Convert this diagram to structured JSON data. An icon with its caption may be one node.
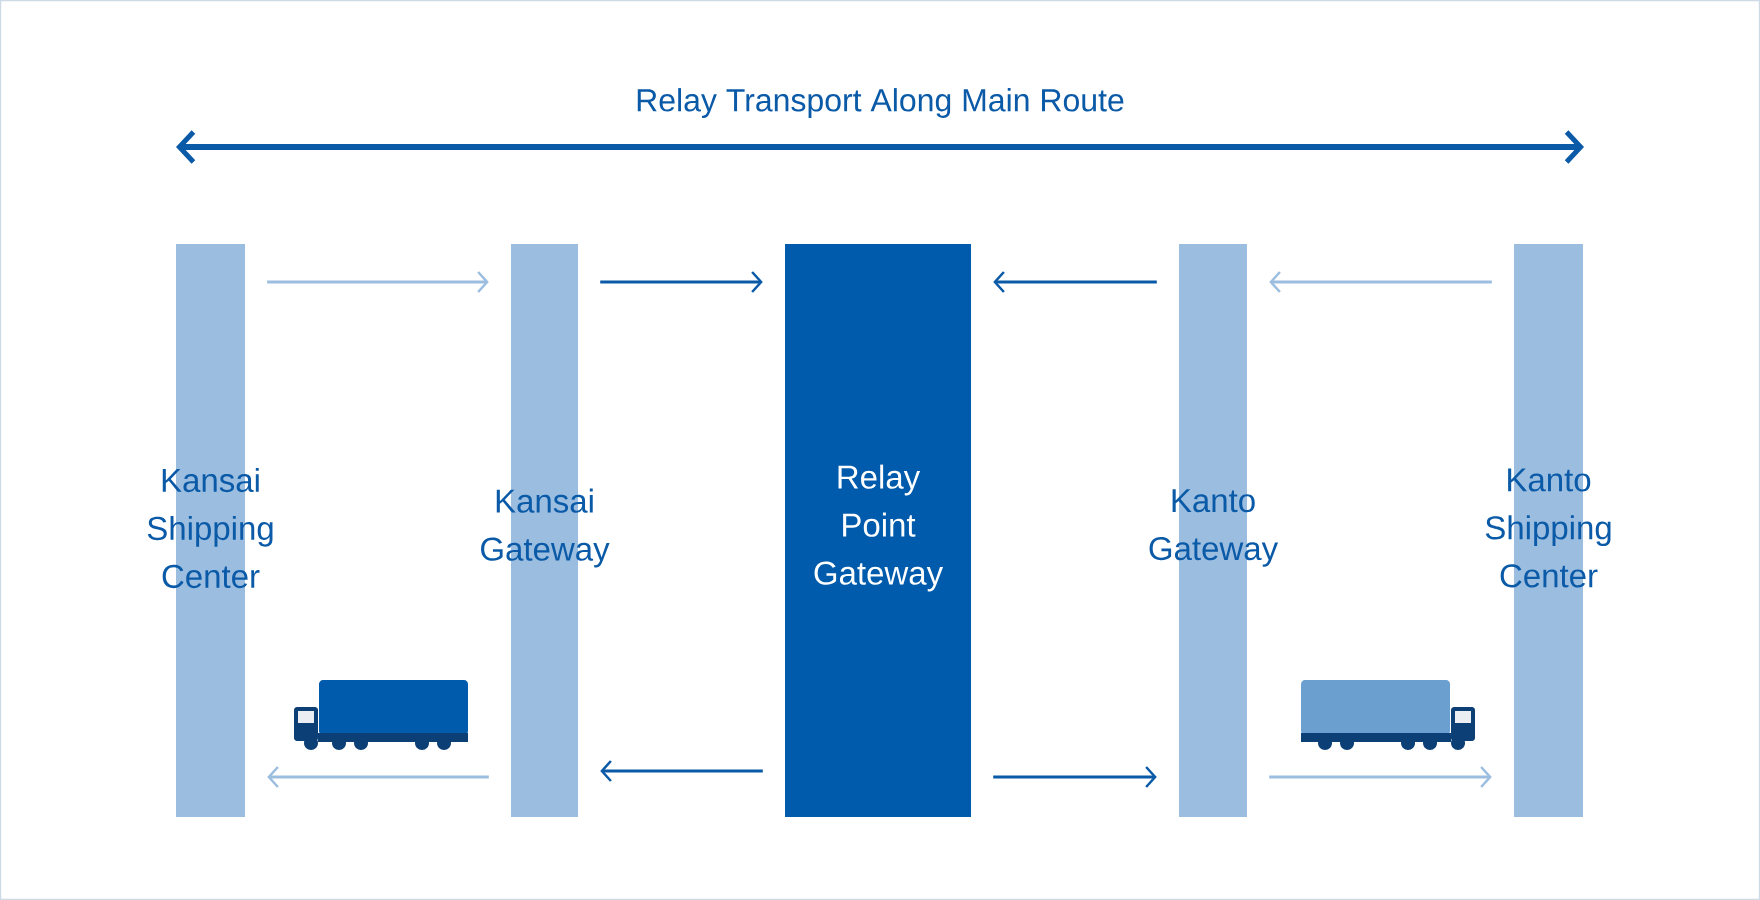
{
  "diagram": {
    "title": "Relay Transport Along Main Route",
    "nodes": [
      {
        "text": [
          "Kansai Shipping Center"
        ]
      },
      {
        "text": [
          "Kansai Gateway"
        ]
      },
      {
        "text": [
          "Relay Point Gateway"
        ]
      },
      {
        "text": [
          "Kanto Gateway"
        ]
      },
      {
        "text": [
          "Kanto Shipping Center"
        ]
      }
    ],
    "edges": [
      {
        "from": 0,
        "to": 1,
        "arrow": "to",
        "color": "#9bbddf"
      },
      {
        "from": 1,
        "to": 2,
        "arrow": "to",
        "color": "#0a5aa8"
      },
      {
        "from": 3,
        "to": 2,
        "arrow": "to",
        "color": "#0a5aa8"
      },
      {
        "from": 4,
        "to": 3,
        "arrow": "to",
        "color": "#9bbddf"
      },
      {
        "from": 1,
        "to": 0,
        "arrow": "to",
        "color": "#9bbddf"
      },
      {
        "from": 2,
        "to": 1,
        "arrow": "to",
        "color": "#0a5aa8"
      },
      {
        "from": 2,
        "to": 3,
        "arrow": "to",
        "color": "#0a5aa8"
      },
      {
        "from": 3,
        "to": 4,
        "arrow": "to",
        "color": "#9bbddf"
      }
    ]
  }
}
